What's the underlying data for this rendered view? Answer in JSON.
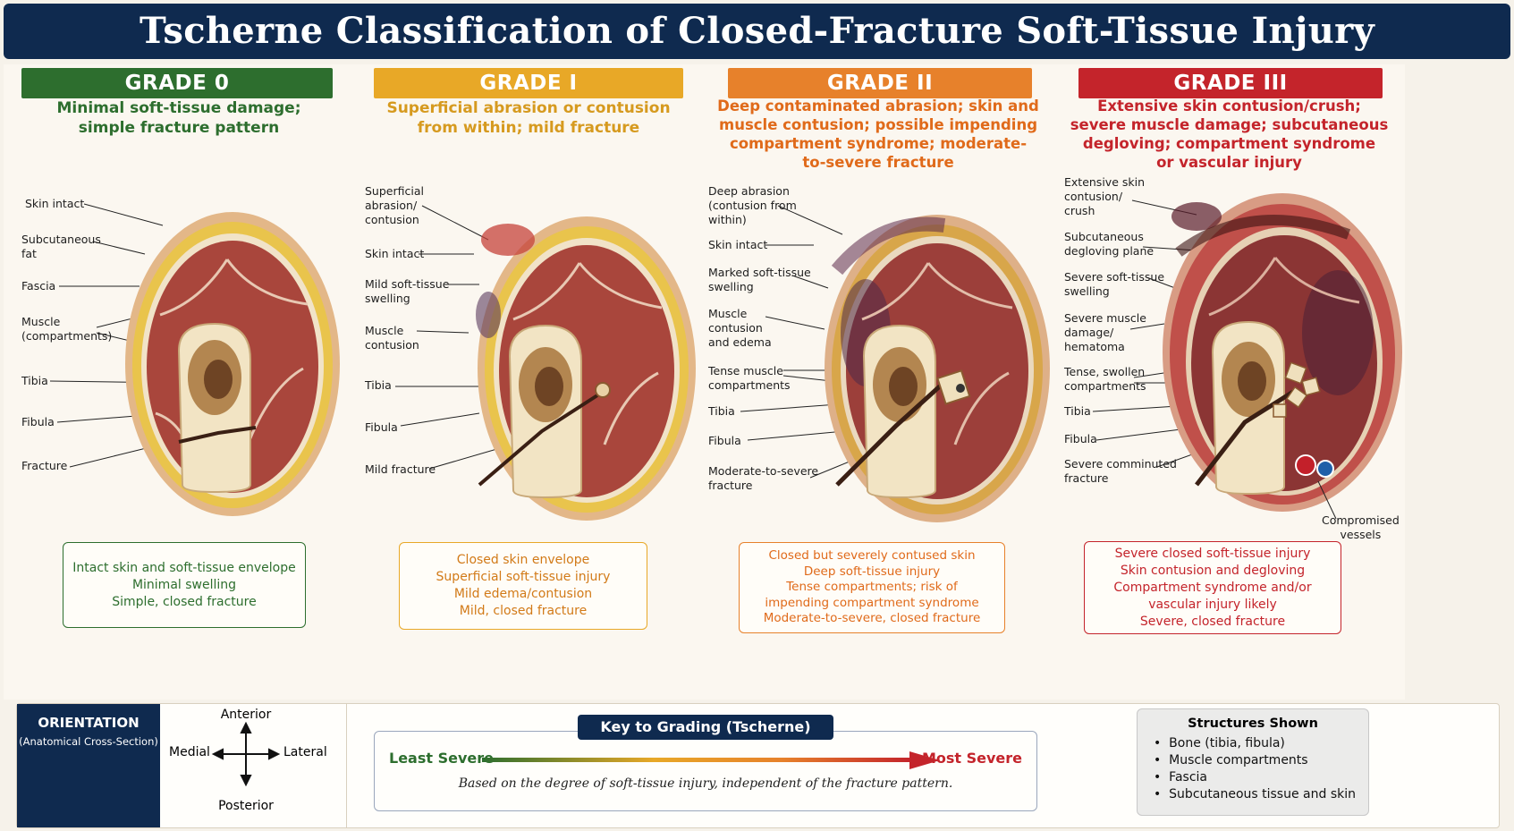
{
  "title": "Tscherne Classification of Closed-Fracture Soft-Tissue Injury",
  "colors": {
    "navy": "#0f2a4f",
    "grade0": "#2d6e2e",
    "grade1": "#e8a827",
    "grade2": "#e7812b",
    "grade3": "#c4242b"
  },
  "grades": [
    {
      "header": "GRADE 0",
      "description": [
        "Minimal soft-tissue damage;",
        "simple fracture pattern"
      ],
      "labels": [
        "Skin intact",
        "Subcutaneous\nfat",
        "Fascia",
        "Muscle\n(compartments)",
        "Tibia",
        "Fibula",
        "Fracture"
      ],
      "summary": [
        "Intact skin and soft-tissue envelope",
        "Minimal swelling",
        "Simple, closed fracture"
      ]
    },
    {
      "header": "GRADE I",
      "description": [
        "Superficial abrasion or contusion",
        "from within; mild fracture"
      ],
      "labels": [
        "Superficial\nabrasion/\ncontusion",
        "Skin intact",
        "Mild soft-tissue\nswelling",
        "Muscle\ncontusion",
        "Tibia",
        "Fibula",
        "Mild fracture"
      ],
      "summary": [
        "Closed skin envelope",
        "Superficial soft-tissue injury",
        "Mild edema/contusion",
        "Mild, closed fracture"
      ]
    },
    {
      "header": "GRADE II",
      "description": [
        "Deep contaminated abrasion; skin and",
        "muscle contusion; possible impending",
        "compartment syndrome; moderate-",
        "to-severe fracture"
      ],
      "labels": [
        "Deep abrasion\n(contusion from\nwithin)",
        "Skin intact",
        "Marked soft-tissue\nswelling",
        "Muscle\ncontusion\nand edema",
        "Tense muscle\ncompartments",
        "Tibia",
        "Fibula",
        "Moderate-to-severe\nfracture"
      ],
      "summary": [
        "Closed but severely contused skin",
        "Deep soft-tissue injury",
        "Tense compartments; risk of",
        "impending compartment syndrome",
        "Moderate-to-severe, closed fracture"
      ]
    },
    {
      "header": "GRADE III",
      "description": [
        "Extensive skin contusion/crush;",
        "severe muscle damage; subcutaneous",
        "degloving; compartment syndrome",
        "or vascular injury"
      ],
      "labels": [
        "Extensive skin\ncontusion/\ncrush",
        "Subcutaneous\ndegloving plane",
        "Severe soft-tissue\nswelling",
        "Severe muscle\ndamage/\nhematoma",
        "Tense, swollen\ncompartments",
        "Tibia",
        "Fibula",
        "Severe comminuted\nfracture",
        "Compromised\nvessels"
      ],
      "summary": [
        "Severe closed soft-tissue injury",
        "Skin contusion and degloving",
        "Compartment syndrome and/or",
        "vascular injury likely",
        "Severe, closed fracture"
      ]
    }
  ],
  "orientation": {
    "title": "ORIENTATION",
    "subtitle": "(Anatomical Cross-Section)",
    "anterior": "Anterior",
    "posterior": "Posterior",
    "medial": "Medial",
    "lateral": "Lateral"
  },
  "key": {
    "title": "Key to Grading (Tscherne)",
    "least": "Least Severe",
    "most": "Most Severe",
    "note": "Based on the degree of soft-tissue injury, independent of the fracture pattern."
  },
  "structures": {
    "title": "Structures Shown",
    "items": [
      "Bone (tibia, fibula)",
      "Muscle compartments",
      "Fascia",
      "Subcutaneous tissue and skin"
    ]
  }
}
